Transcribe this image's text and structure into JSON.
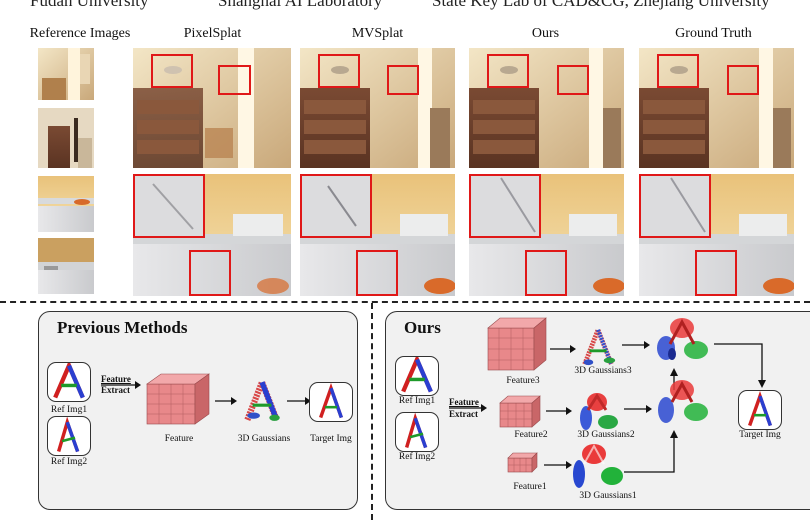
{
  "header": {
    "affiliations": [
      "Fudan University",
      "Shanghai AI Laboratory",
      "State Key Lab of CAD&CG, Zhejiang University"
    ]
  },
  "comparison": {
    "columns": [
      "Reference Images",
      "PixelSplat",
      "MVSplat",
      "Ours",
      "Ground Truth"
    ]
  },
  "previous_methods": {
    "title": "Previous Methods",
    "ref1": "Ref Img1",
    "ref2": "Ref Img2",
    "feature_extract_1": "Feature",
    "feature_extract_2": "Extract",
    "feature": "Feature",
    "gaussians": "3D Gaussians",
    "target": "Target Img"
  },
  "ours": {
    "title": "Ours",
    "ref1": "Ref Img1",
    "ref2": "Ref Img2",
    "feature_extract_1": "Feature",
    "feature_extract_2": "Extract",
    "feature3": "Feature3",
    "feature2": "Feature2",
    "feature1": "Feature1",
    "gaussians3": "3D Gaussians3",
    "gaussians2": "3D Gaussians2",
    "gaussians1": "3D Gaussians1",
    "target": "Target Img"
  },
  "colors": {
    "highlight": "#e01818",
    "panel_bg": "#f1f1f1",
    "cube": "#e8888a"
  }
}
